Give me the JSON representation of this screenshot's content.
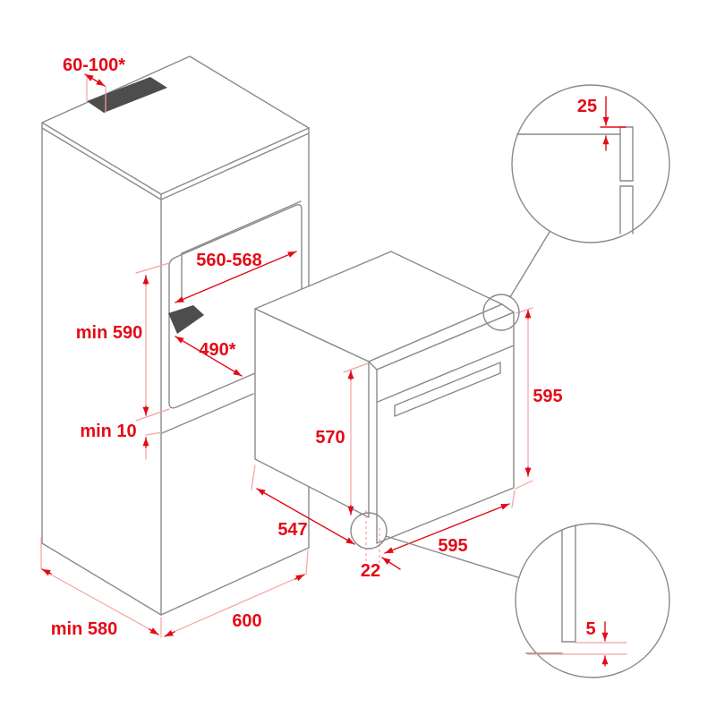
{
  "diagram": {
    "type": "technical-installation-drawing",
    "subject": "Built-in oven cabinet niche installation dimensions (mm)",
    "colors": {
      "dimension_red": "#e30b17",
      "dimension_light_red": "#f2a2a0",
      "outline_gray": "#8a8a8a",
      "dark_fill": "#4d4d4d",
      "background": "#ffffff"
    },
    "labels": {
      "vent_width": "60-100*",
      "niche_width": "560-568",
      "niche_height": "min 590",
      "niche_depth": "490*",
      "bottom_vent_gap": "min 10",
      "oven_body_height": "570",
      "oven_body_depth": "547",
      "door_protrusion": "22",
      "oven_width": "595",
      "oven_door_height": "595",
      "cabinet_width": "600",
      "cabinet_depth": "min 580",
      "detail_top_overlap": "25",
      "detail_bottom_gap": "5"
    }
  }
}
